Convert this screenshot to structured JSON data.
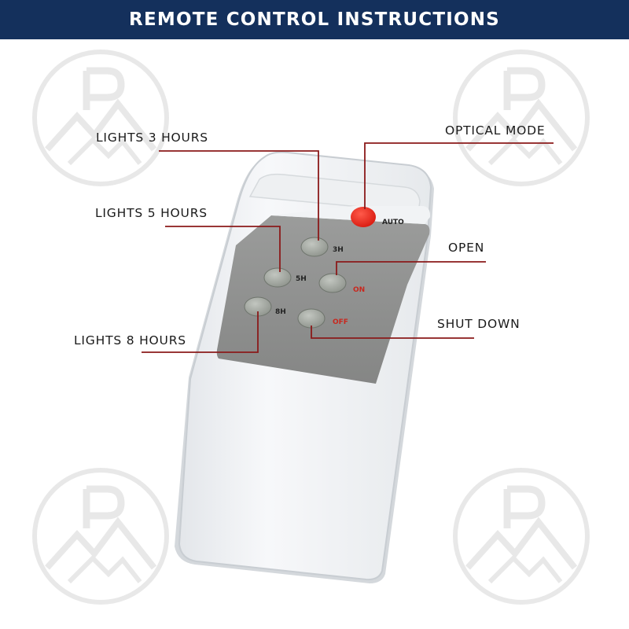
{
  "banner": {
    "title": "REMOTE CONTROL INSTRUCTIONS"
  },
  "callouts": {
    "lights_3_hours": "LIGHTS 3 HOURS",
    "lights_5_hours": "LIGHTS 5 HOURS",
    "lights_8_hours": "LIGHTS 8 HOURS",
    "optical_mode": "OPTICAL MODE",
    "open": "OPEN",
    "shut_down": "SHUT DOWN"
  },
  "buttons": {
    "auto": "AUTO",
    "3h": "3H",
    "5h": "5H",
    "on": "ON",
    "8h": "8H",
    "off": "OFF"
  },
  "watermark": {
    "letter": "P",
    "icon": "mountain-logo-icon"
  },
  "colors": {
    "banner": "#14305c",
    "leader_line": "#8b1a1a",
    "auto_button": "#e8231b",
    "label_red": "#c8281e",
    "panel": "#8c8c8c",
    "button_grey": "#a7aba6"
  }
}
